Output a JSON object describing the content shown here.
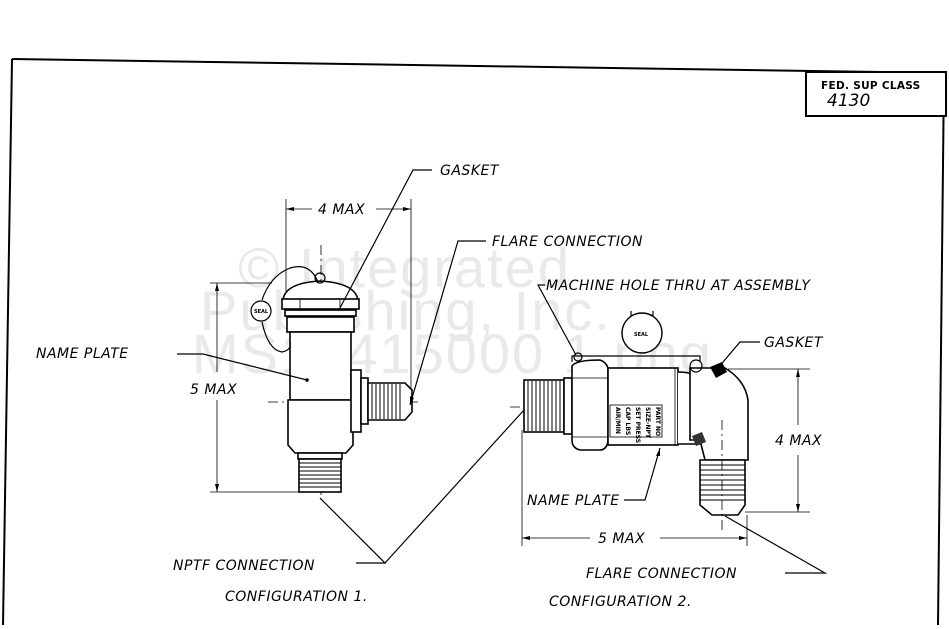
{
  "drawing": {
    "watermark": {
      "line1": "© Integrated",
      "line2": "Publishing, Inc.",
      "line3": "MS17415000 1.png"
    },
    "class_box": {
      "header": "FED. SUP CLASS",
      "number": "4130"
    },
    "configuration_1": {
      "caption": "CONFIGURATION 1.",
      "labels": {
        "gasket": "GASKET",
        "flare_connection": "FLARE CONNECTION",
        "name_plate": "NAME PLATE",
        "nptf_connection": "NPTF CONNECTION",
        "seal": "SEAL"
      },
      "dimensions": {
        "width": "4 MAX",
        "height": "5 MAX"
      }
    },
    "configuration_2": {
      "caption": "CONFIGURATION 2.",
      "labels": {
        "machine_hole": "MACHINE HOLE THRU AT ASSEMBLY",
        "gasket": "GASKET",
        "name_plate": "NAME PLATE",
        "flare_connection": "FLARE CONNECTION",
        "seal": "SEAL"
      },
      "name_plate_lines": [
        "PART NO",
        "SIZE-NPT",
        "SET PRESS",
        "CAP LBS",
        "AIR/MIN"
      ],
      "dimensions": {
        "height": "4 MAX",
        "width": "5 MAX"
      }
    }
  }
}
